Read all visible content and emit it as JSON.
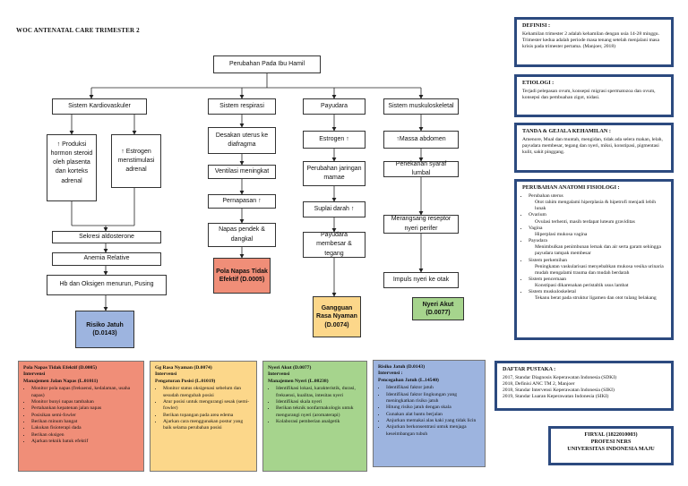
{
  "title": "WOC ANTENATAL CARE TRIMESTER 2",
  "flow": {
    "root": "Perubahan Pada Ibu Hamil",
    "col1": {
      "header": "Sistem Kardiovaskuler",
      "left": "↑ Produksi hormon steroid oleh plasenta dan korteks adrenal",
      "right": "↑ Estrogen menstimulasi adrenal",
      "steps": [
        "Sekresi aldosterone",
        "Anemia Relative",
        "Hb dan Oksigen menurun, Pusing"
      ]
    },
    "col2": {
      "header": "Sistem respirasi",
      "steps": [
        "Desakan uterus ke diafragma",
        "Ventilasi meningkat",
        "Pernapasan ↑",
        "Napas pendek & dangkal"
      ]
    },
    "col3": {
      "header": "Payudara",
      "steps": [
        "Estrogen ↑",
        "Perubahan jaringan mamae",
        "Suplai darah ↑",
        "Payudara membesar & tegang"
      ]
    },
    "col4": {
      "header": "Sistem muskuloskeletal",
      "steps": [
        "↑Massa abdomen",
        "Penekanan syaraf lumbal",
        "Merangsang reseptor nyeri perifer",
        "Impuls nyeri ke otak"
      ]
    },
    "diagnoses": {
      "d1": "Pola Napas Tidak Efektif (D.0005)",
      "d2": "Gangguan Rasa Nyaman (D.0074)",
      "d3": "Nyeri Akut (D.0077)",
      "d4": "Risiko Jatuh (D.0143)"
    }
  },
  "definisi": {
    "heading": "DEFINISI :",
    "text": "Kehamilan trimester 2 adalah kehamilan dengan usia 14-28 minggu. Trimester kedua adalah periode masa tenang setelah menjalani masa krisis pada trimester pertama. (Manjoer, 2018)"
  },
  "etiologi": {
    "heading": "ETIOLOGI :",
    "text": "Terjadi pelepasan ovum, konsepsi migrasi spermatozoa dan ovum, konsepsi dan pembuahan zigot, nidasi."
  },
  "tanda": {
    "heading": "TANDA & GEJALA KEHAMILAN :",
    "text": "Amenore, Mual dan muntah, mengidan, tidak ada selera makan, lelah, payudara membesar, tegang dan nyeri, miksi, konstipasi, pigmentasi kulit, sakit pinggang."
  },
  "perubahan": {
    "heading": "PERUBAHAN ANATOMI FISIOLOGI :",
    "items": [
      {
        "label": "Perubahan uterus",
        "detail": "Otot rahim mengalami hiperplasia & hipetrofi menjadi lebih lunak"
      },
      {
        "label": "Ovarium",
        "detail": "Ovulasi terhenti, masih terdapat luteum graviditas"
      },
      {
        "label": "Vagina",
        "detail": "Hiperplasi mukosa vagina"
      },
      {
        "label": "Payudara",
        "detail": "Menimbulkan penimbunan lemak dan air serta garam sehingga payudara tampak membesar"
      },
      {
        "label": "Sistem perkemihan",
        "detail": "Peningkatan vaskularisasi menyebabkan mukosa vesika urinaria mudah mengalami trauma dan mudah berdarah"
      },
      {
        "label": "Sistem pencernaan",
        "detail": "Konstipasi dikarenakan peristaltik usus lambat"
      },
      {
        "label": "Sistem muskuloskeletal",
        "detail": "Tekanu berat pada struktur ligamen dan otot tulang belakang"
      }
    ]
  },
  "interventions": [
    {
      "title": "Pola Napas Tidak Efektif (D.0005)",
      "sub1": "Intervensi",
      "sub2": "Manajemen Jalan Napas (L.01011)",
      "items": [
        "Monitor pola napas (frekuensi, kedalaman, usaha napas)",
        "Monitor bunyi napas tambahan",
        "Pertahankan kepatenan jalan napas",
        "Posisikan semi-fowler",
        "Berikan minum hangat",
        "Lakukan fisioterapi dada",
        "Berikan oksigen",
        "Ajarkan teknik batuk efektif"
      ]
    },
    {
      "title": "Gg Rasa Nyaman (D.0074)",
      "sub1": "Intervensi",
      "sub2": "Pengaturan Posisi (L.01019)",
      "items": [
        "Monitor status oksigenasi sebelum dan sesudah mengubah posisi",
        "Atur posisi untuk mengurangi sesak (semi-fowler)",
        "Berikan topangan pada area edema",
        "Ajarkan cara menggunakan postur yang baik selama perubahan posisi"
      ]
    },
    {
      "title": "Nyeri Akut (D.0077)",
      "sub1": "Intervensi",
      "sub2": "Manajemen Nyeri (L.08238)",
      "items": [
        "Identifikasi lokasi, karakteristik, durasi, frekuensi, kualitas, intesitas nyeri",
        "Identifikasi skala nyeri",
        "Berikan teknik nonfarmakologis untuk mengurangi nyeri (aromaterapi)",
        "Kolaborasi pemberian analgetik"
      ]
    },
    {
      "title": "Risiko Jatuh (D.0143)",
      "sub1": "Intervensi :",
      "sub2": "Pencegahan Jatuh (L.14540)",
      "items": [
        "Identifikasi faktor jatuh",
        "Identifikasi faktor lingkungan yang meningkatkan risiko jatuh",
        "Hitung risiko jatuh dengan skala",
        "Gunakan alat bantu berjalan",
        "Anjurkan memakai alas kaki yang tidak licin",
        "Anjurkan berkonsentrasi untuk menjaga keseimbangan tubuh"
      ]
    }
  ],
  "pustaka": {
    "heading": "DAFTAR PUSTAKA :",
    "items": [
      "2017, Standar Diagnosis Keperawatan Indonesia (SDKI)",
      "2018, Definisi ANC TM 2, Manjoer",
      "2018, Standar Intervensi Keperawatan Indonesia (SIKI)",
      "2019, Standar Luaran Keperawatan Indonesia (SIKI)"
    ]
  },
  "author": {
    "line1": "FIRYAL (1822010003)",
    "line2": "PROFESI NERS",
    "line3": "UNIVERSITAS INDONESIA MAJU"
  }
}
